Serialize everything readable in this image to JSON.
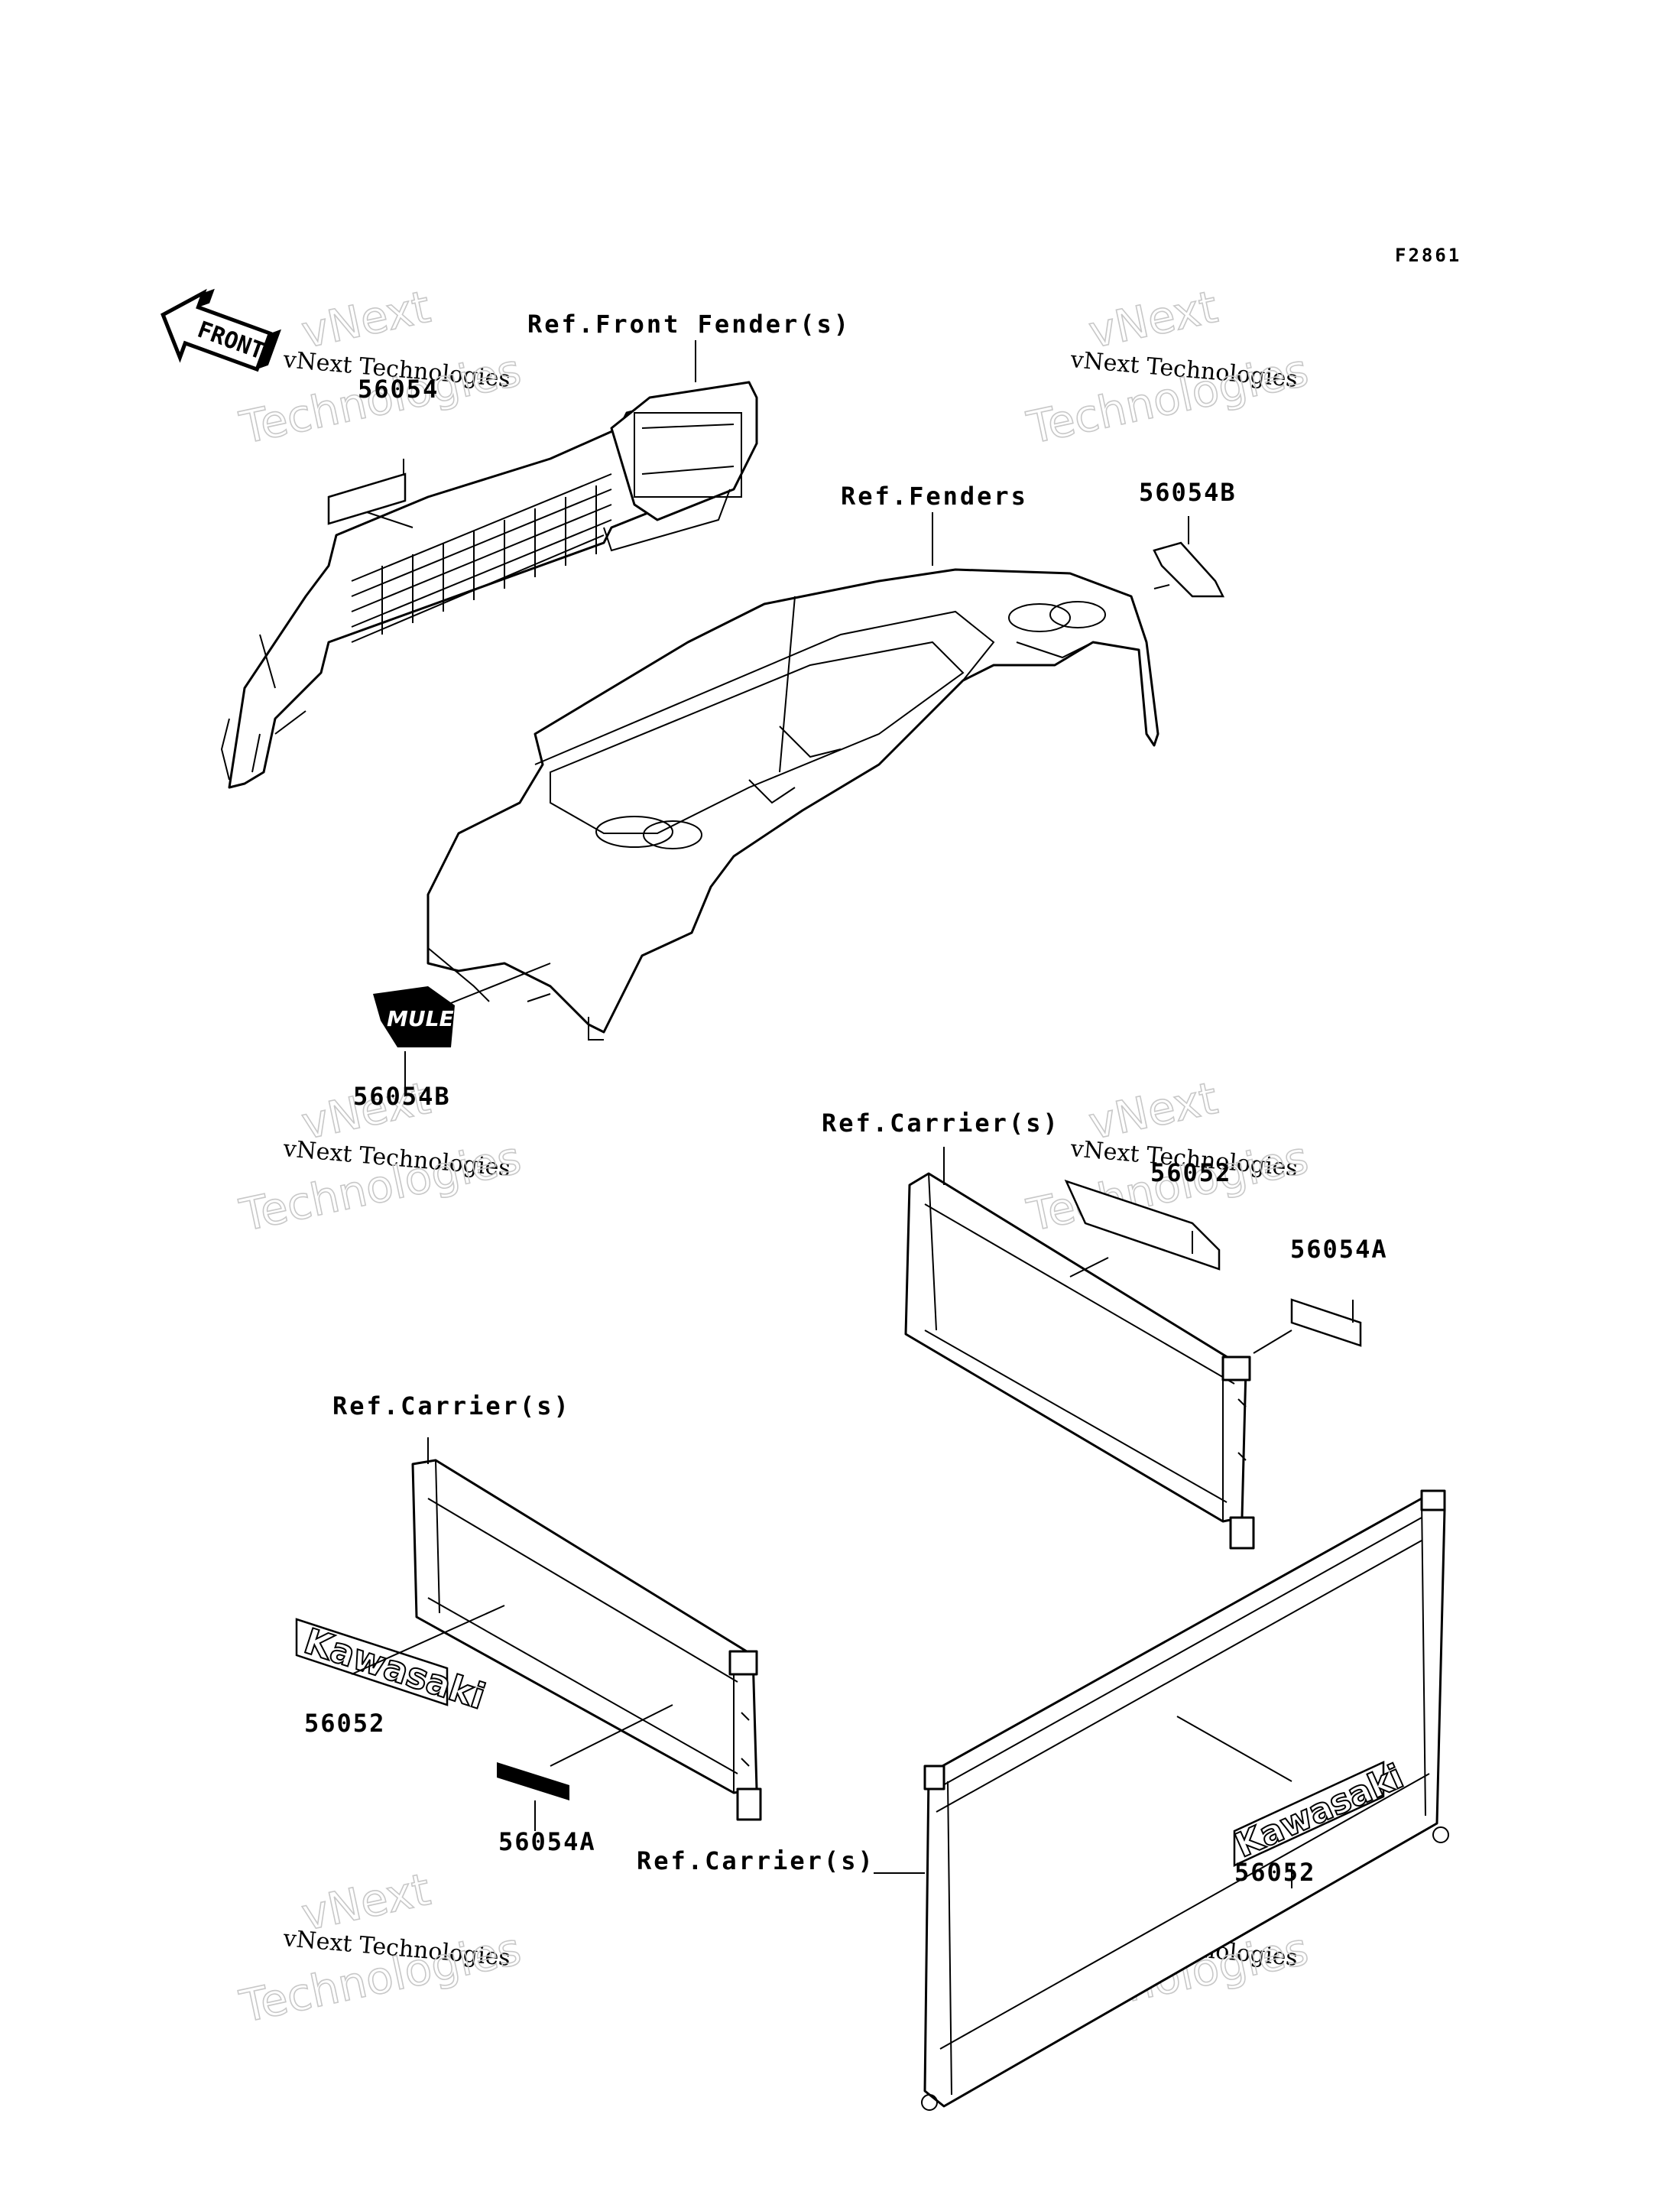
{
  "figure_id": "F2861",
  "front_arrow": {
    "text": "FRONT",
    "icon": "front-direction-arrow-icon"
  },
  "references": {
    "front_fender": "Ref.Front Fender(s)",
    "fenders": "Ref.Fenders",
    "carrier_upper": "Ref.Carrier(s)",
    "carrier_left": "Ref.Carrier(s)",
    "carrier_lower": "Ref.Carrier(s)"
  },
  "part_numbers": {
    "front_grille_decal": "56054",
    "fender_right_decal": "56054B",
    "mule_emblem": "56054B",
    "upper_carrier_decal": "56052",
    "upper_carrier_small_decal": "56054A",
    "left_kawasaki_decal": "56052",
    "left_small_decal": "56054A",
    "lower_kawasaki_decal": "56052"
  },
  "decal_text": {
    "kawasaki": "Kawasaki",
    "mule": "MULE"
  },
  "watermark": {
    "line1": "vNext",
    "line2": "vNext Technologies",
    "line3": "Technologies"
  }
}
